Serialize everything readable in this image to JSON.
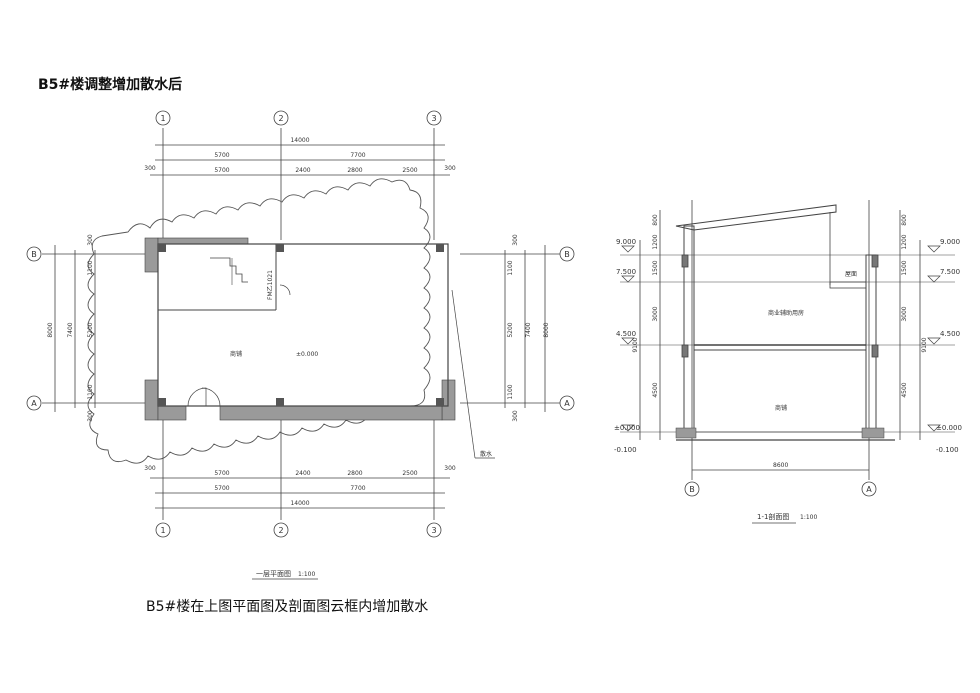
{
  "page": {
    "title": "B5#楼调整增加散水后",
    "caption": "B5#楼在上图平面图及剖面图云框内增加散水"
  },
  "plan": {
    "axis_top": [
      "1",
      "2",
      "3"
    ],
    "axis_side": [
      "B",
      "A"
    ],
    "dims_top_total": "14000",
    "dims_top_bays": [
      "5700",
      "7700"
    ],
    "dims_top_detail": [
      "300",
      "5700",
      "2400",
      "2800",
      "2500",
      "300"
    ],
    "dims_bottom_detail": [
      "300",
      "5700",
      "2400",
      "2800",
      "2500",
      "300"
    ],
    "dims_bottom_bays": [
      "5700",
      "7700"
    ],
    "dims_bottom_total": "14000",
    "dims_left_total": "8000",
    "dims_left_mid": "7400",
    "dims_left_detail": [
      "300",
      "1100",
      "5200",
      "1100",
      "300"
    ],
    "dims_right_total": "8000",
    "dims_right_mid": "7400",
    "dims_right_detail": [
      "300",
      "1100",
      "5200",
      "1100",
      "300"
    ],
    "room_label": "商铺",
    "elevation": "±0.000",
    "door_label": "FM乙1021",
    "callout": "散水",
    "plan_title": "一层平面图",
    "plan_scale": "1:100"
  },
  "section": {
    "levels_left": [
      "9.000",
      "7.500",
      "4.500",
      "±0.000",
      "-0.100"
    ],
    "levels_right": [
      "9.000",
      "7.500",
      "4.500",
      "±0.000",
      "-0.100"
    ],
    "dims_left": [
      "800",
      "1200",
      "1500",
      "3000",
      "4500"
    ],
    "dims_left_total": "9100",
    "dims_right": [
      "800",
      "1200",
      "1500",
      "3000",
      "4500"
    ],
    "dims_right_total": "9100",
    "room_upper": "商业辅助用房",
    "room_upper_small": "屋面",
    "room_lower": "商铺",
    "width_dim": "8600",
    "axis_bottom": [
      "B",
      "A"
    ],
    "section_title": "1-1剖面图",
    "section_scale": "1:100"
  },
  "colors": {
    "line": "#444444",
    "hatch": "#9a9a9a",
    "background": "#ffffff"
  }
}
